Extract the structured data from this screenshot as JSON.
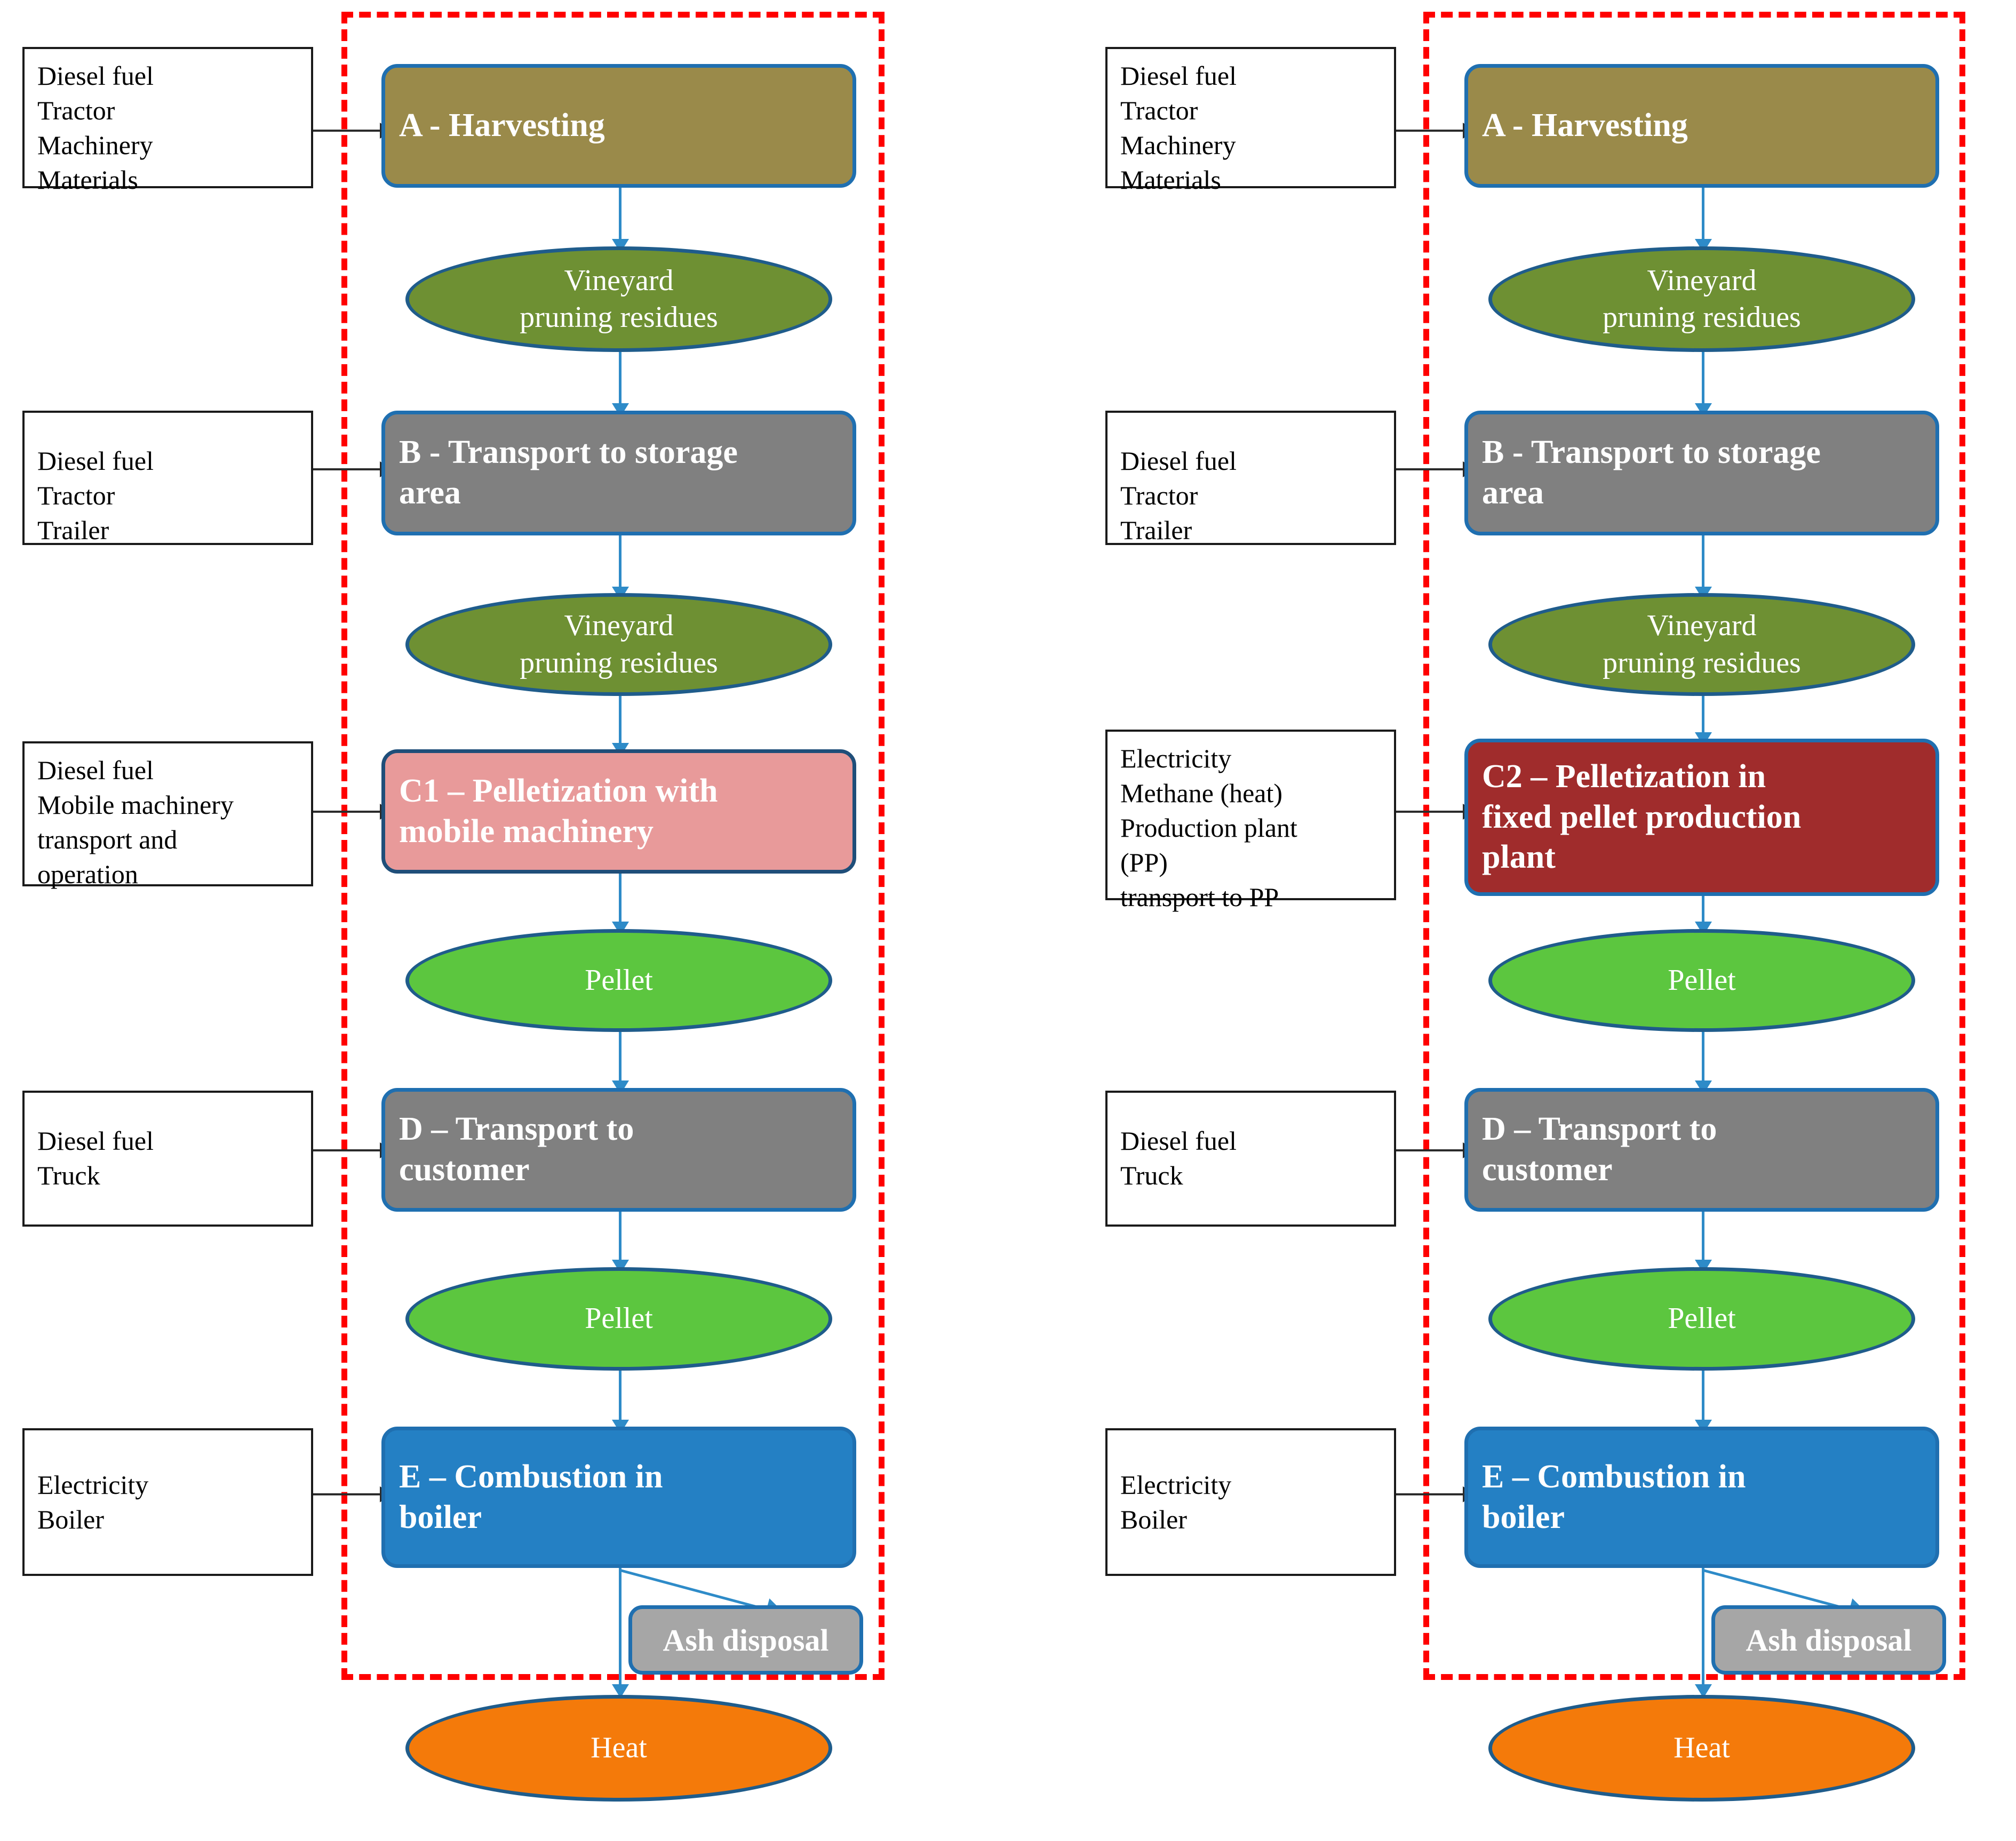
{
  "diagram": {
    "title": "Life cycle system boundary flowcharts for vineyard pruning residue pellet chains",
    "boundary_color": "#FF0000",
    "arrow_color": "#2E8BC8",
    "shape_border_color": "#1F6FB0"
  },
  "scenarios": [
    {
      "id": "scenario-c1",
      "inputs": [
        {
          "name": "input-harvesting",
          "text": "Diesel fuel\nTractor\nMachinery\nMaterials"
        },
        {
          "name": "input-transport-storage",
          "text": "Diesel fuel\nTractor\nTrailer"
        },
        {
          "name": "input-pelletization",
          "text": "Diesel fuel\nMobile machinery\ntransport and\noperation"
        },
        {
          "name": "input-transport-customer",
          "text": "Diesel fuel\nTruck"
        },
        {
          "name": "input-combustion",
          "text": "Electricity\nBoiler"
        }
      ],
      "processes": [
        {
          "name": "process-a-harvesting",
          "label": "A - Harvesting",
          "color": "#9A8A4A"
        },
        {
          "name": "process-b-transport-storage",
          "label": "B - Transport to storage\narea",
          "color": "#808080"
        },
        {
          "name": "process-c1-pelletization",
          "label": "C1 – Pelletization with\nmobile machinery",
          "color": "#E89A9A"
        },
        {
          "name": "process-d-transport-customer",
          "label": "D – Transport to\ncustomer",
          "color": "#808080"
        },
        {
          "name": "process-e-combustion",
          "label": "E – Combustion in\nboiler",
          "color": "#2480C4"
        }
      ],
      "flows": [
        {
          "name": "flow-residues-1",
          "label": "Vineyard\npruning residues",
          "color": "#6E9033"
        },
        {
          "name": "flow-residues-2",
          "label": "Vineyard\npruning residues",
          "color": "#6E9033"
        },
        {
          "name": "flow-pellet-1",
          "label": "Pellet",
          "color": "#5CC63F"
        },
        {
          "name": "flow-pellet-2",
          "label": "Pellet",
          "color": "#5CC63F"
        },
        {
          "name": "flow-heat",
          "label": "Heat",
          "color": "#F47A0A"
        }
      ],
      "ash": {
        "name": "output-ash-disposal",
        "label": "Ash disposal",
        "color": "#A6A6A6"
      }
    },
    {
      "id": "scenario-c2",
      "inputs": [
        {
          "name": "input-harvesting",
          "text": "Diesel fuel\nTractor\nMachinery\nMaterials"
        },
        {
          "name": "input-transport-storage",
          "text": "Diesel fuel\nTractor\nTrailer"
        },
        {
          "name": "input-pelletization",
          "text": "Electricity\nMethane (heat)\nProduction plant\n(PP)\ntransport to PP"
        },
        {
          "name": "input-transport-customer",
          "text": "Diesel fuel\nTruck"
        },
        {
          "name": "input-combustion",
          "text": "Electricity\nBoiler"
        }
      ],
      "processes": [
        {
          "name": "process-a-harvesting",
          "label": "A - Harvesting",
          "color": "#9A8A4A"
        },
        {
          "name": "process-b-transport-storage",
          "label": "B - Transport to storage\narea",
          "color": "#808080"
        },
        {
          "name": "process-c2-pelletization",
          "label": "C2 – Pelletization in\nfixed pellet production\nplant",
          "color": "#A02C2C"
        },
        {
          "name": "process-d-transport-customer",
          "label": "D – Transport to\ncustomer",
          "color": "#808080"
        },
        {
          "name": "process-e-combustion",
          "label": "E – Combustion in\nboiler",
          "color": "#2480C4"
        }
      ],
      "flows": [
        {
          "name": "flow-residues-1",
          "label": "Vineyard\npruning residues",
          "color": "#6E9033"
        },
        {
          "name": "flow-residues-2",
          "label": "Vineyard\npruning residues",
          "color": "#6E9033"
        },
        {
          "name": "flow-pellet-1",
          "label": "Pellet",
          "color": "#5CC63F"
        },
        {
          "name": "flow-pellet-2",
          "label": "Pellet",
          "color": "#5CC63F"
        },
        {
          "name": "flow-heat",
          "label": "Heat",
          "color": "#F47A0A"
        }
      ],
      "ash": {
        "name": "output-ash-disposal",
        "label": "Ash disposal",
        "color": "#A6A6A6"
      }
    }
  ]
}
